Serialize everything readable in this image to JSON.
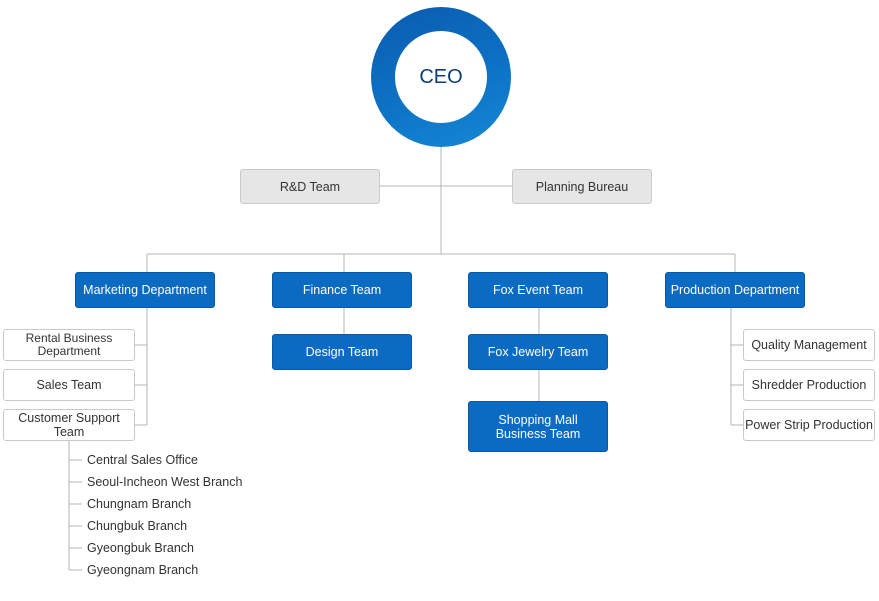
{
  "ceo": "CEO",
  "staff": {
    "left": "R&D Team",
    "right": "Planning Bureau"
  },
  "departments": {
    "marketing": "Marketing Department",
    "finance": "Finance Team",
    "fox_event": "Fox Event Team",
    "production": "Production Department"
  },
  "finance_children": [
    "Design Team"
  ],
  "fox_children": [
    "Fox Jewelry Team",
    "Shopping Mall Business Team"
  ],
  "marketing_children": [
    "Rental Business Department",
    "Sales Team",
    "Customer Support Team"
  ],
  "support_offices": [
    "Central Sales Office",
    "Seoul-Incheon West Branch",
    "Chungnam Branch",
    "Chungbuk Branch",
    "Gyeongbuk Branch",
    "Gyeongnam Branch"
  ],
  "production_children": [
    "Quality Management",
    "Shredder Production",
    "Power Strip Production"
  ],
  "colors": {
    "dept_blue": "#0b6bc3",
    "ceo_ring": "#0d72c4",
    "staff_gray": "#e6e6e6"
  }
}
